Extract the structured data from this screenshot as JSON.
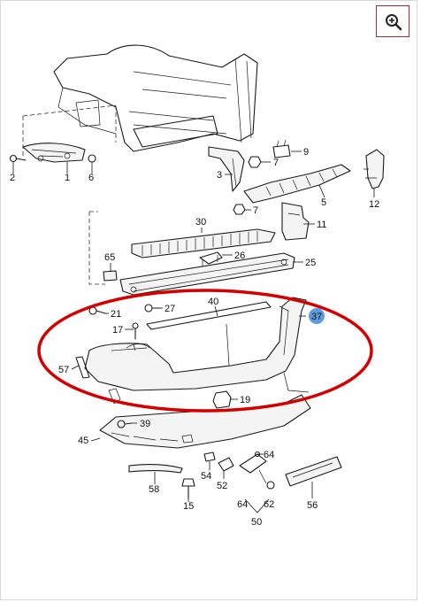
{
  "toolbar": {
    "zoom_icon": "zoom-in-icon",
    "accent_color": "#b8262b"
  },
  "diagram": {
    "highlight_color": "#d40000",
    "selected_badge_color": "#4a90d9",
    "labels": {
      "p1": "1",
      "p2": "2",
      "p3": "3",
      "p5": "5",
      "p6": "6",
      "p7": "7",
      "p9": "9",
      "p11": "11",
      "p12": "12",
      "p15": "15",
      "p17": "17",
      "p19": "19",
      "p21": "21",
      "p25": "25",
      "p26": "26",
      "p27": "27",
      "p30": "30",
      "p37": "37",
      "p39": "39",
      "p40": "40",
      "p45": "45",
      "p50": "50",
      "p52": "52",
      "p54": "54",
      "p56": "56",
      "p57": "57",
      "p58": "58",
      "p62": "62",
      "p64a": "64",
      "p64b": "64",
      "p65": "65"
    }
  }
}
